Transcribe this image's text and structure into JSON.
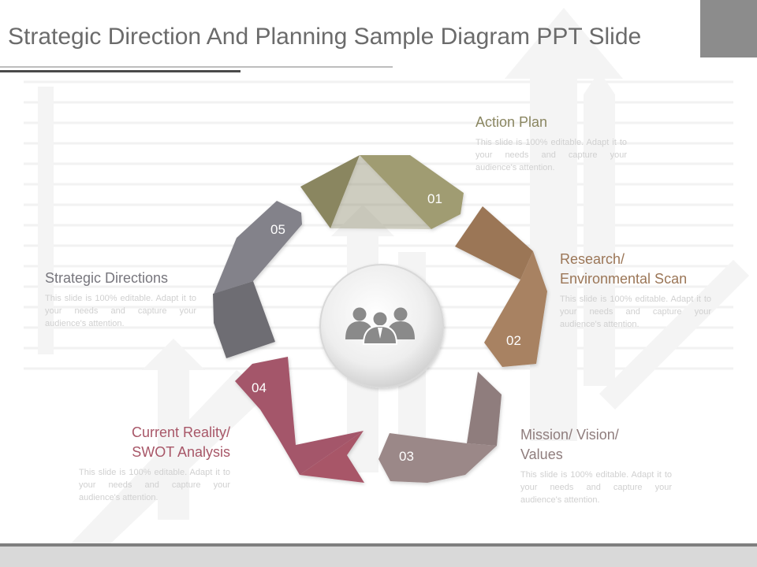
{
  "header": {
    "title": "Strategic Direction And Planning Sample Diagram PPT Slide"
  },
  "colors": {
    "step_01": "#8a8661",
    "step_02": "#9b7657",
    "step_03": "#8f7d7d",
    "step_04": "#a85768",
    "step_05": "#77767d",
    "title_text": "#6b6b6b",
    "description_text": "#d0d0d0"
  },
  "center_icon": "people-group-icon",
  "steps": [
    {
      "number": "01",
      "title": "Action Plan",
      "description": "This slide is 100% editable. Adapt it to your needs and capture your audience's attention."
    },
    {
      "number": "02",
      "title_line1": "Research/",
      "title_line2": "Environmental Scan",
      "description": "This slide is 100% editable. Adapt it to your needs and capture your audience's attention."
    },
    {
      "number": "03",
      "title_line1": "Mission/ Vision/",
      "title_line2": "Values",
      "description": "This slide is 100% editable. Adapt it to your needs and capture your audience's attention."
    },
    {
      "number": "04",
      "title_line1": "Current Reality/",
      "title_line2": "SWOT Analysis",
      "description": "This slide is 100% editable. Adapt it to your needs and capture your audience's attention."
    },
    {
      "number": "05",
      "title": "Strategic Directions",
      "description": "This slide is 100% editable. Adapt it to your needs and capture your audience's attention."
    }
  ]
}
